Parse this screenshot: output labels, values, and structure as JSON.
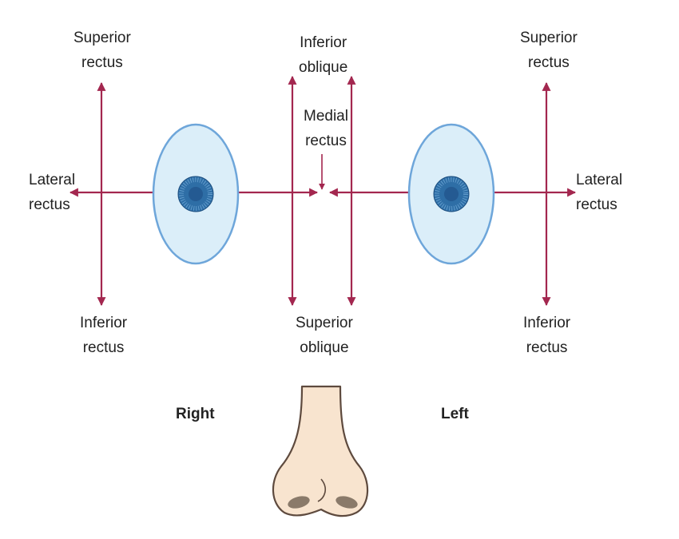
{
  "colors": {
    "arrow": "#a3274f",
    "eye_fill": "#dbeef9",
    "eye_stroke": "#6ea6da",
    "iris": "#2e6ea6",
    "skin": "#f8e4cf",
    "skin_stroke": "#5e4a3e",
    "nostril": "#8a7a6a"
  },
  "icons": {
    "eye": "eye-globe",
    "nose": "nose-illustration",
    "arrow": "arrowhead"
  },
  "labels": {
    "right_superior_rectus": [
      "Superior",
      "rectus"
    ],
    "right_lateral_rectus": [
      "Lateral",
      "rectus"
    ],
    "right_inferior_rectus": [
      "Inferior",
      "rectus"
    ],
    "inferior_oblique": [
      "Inferior",
      "oblique"
    ],
    "medial_rectus": [
      "Medial",
      "rectus"
    ],
    "superior_oblique": [
      "Superior",
      "oblique"
    ],
    "left_superior_rectus": [
      "Superior",
      "rectus"
    ],
    "left_lateral_rectus": [
      "Lateral",
      "rectus"
    ],
    "left_inferior_rectus": [
      "Inferior",
      "rectus"
    ]
  },
  "sides": {
    "right": "Right",
    "left": "Left"
  }
}
